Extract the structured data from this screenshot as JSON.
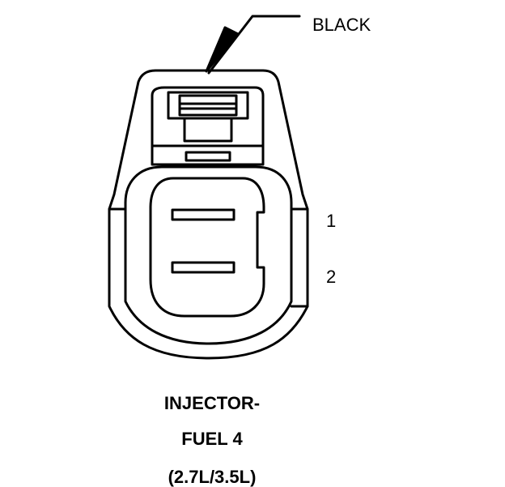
{
  "callouts": {
    "color_label": "BLACK",
    "pin_1": "1",
    "pin_2": "2"
  },
  "caption": {
    "line1": "INJECTOR-",
    "line2": "FUEL 4",
    "line3": "(2.7L/3.5L)"
  }
}
